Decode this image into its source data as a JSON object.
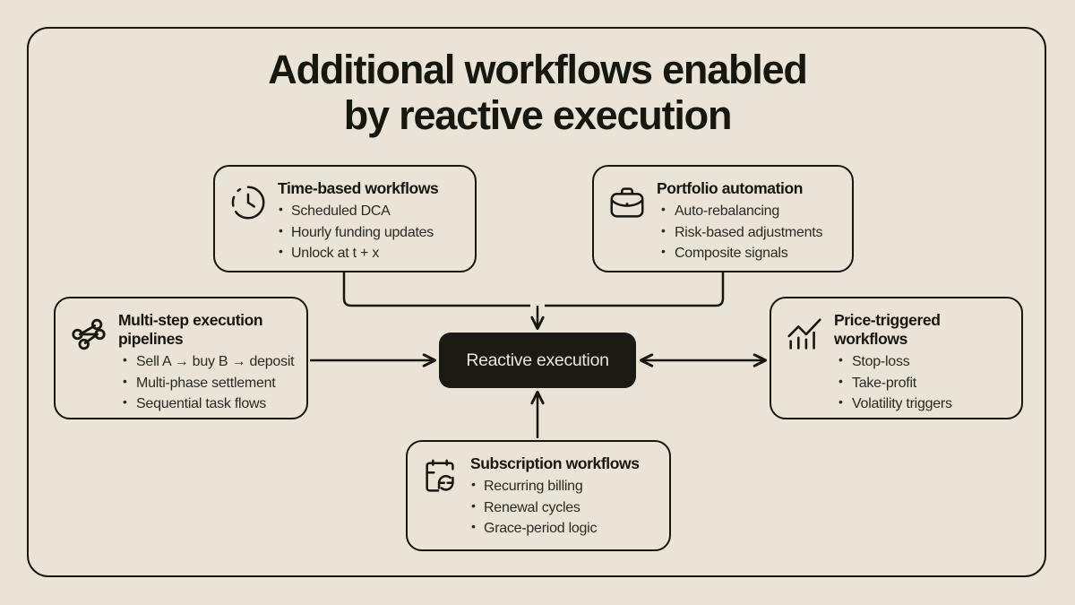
{
  "theme": {
    "background": "#e9e3d8",
    "ink": "#17160f",
    "hub_fill": "#1b1a15",
    "hub_text": "#ece6da"
  },
  "title": {
    "line1": "Additional workflows enabled",
    "line2": "by reactive execution"
  },
  "hub": {
    "label": "Reactive execution"
  },
  "cards": [
    {
      "id": "time",
      "icon": "clock-dashed-icon",
      "heading": "Time-based workflows",
      "items": [
        "Scheduled DCA",
        "Hourly funding updates",
        "Unlock at t + x"
      ]
    },
    {
      "id": "portfolio",
      "icon": "briefcase-icon",
      "heading": "Portfolio automation",
      "items": [
        "Auto-rebalancing",
        "Risk-based adjustments",
        "Composite signals"
      ]
    },
    {
      "id": "multistep",
      "icon": "node-graph-icon",
      "heading": "Multi-step execution pipelines",
      "items": [
        "Sell A → buy B → deposit",
        "Multi-phase settlement",
        "Sequential task flows"
      ]
    },
    {
      "id": "price",
      "icon": "bar-chart-trend-icon",
      "heading": "Price-triggered workflows",
      "items": [
        "Stop-loss",
        "Take-profit",
        "Volatility triggers"
      ]
    },
    {
      "id": "subscription",
      "icon": "calendar-refresh-icon",
      "heading": "Subscription workflows",
      "items": [
        "Recurring billing",
        "Renewal cycles",
        "Grace-period logic"
      ]
    }
  ],
  "connectors": [
    {
      "name": "time-to-hub",
      "from": "time",
      "to": "hub",
      "arrows": "end"
    },
    {
      "name": "portfolio-to-hub",
      "from": "portfolio",
      "to": "hub",
      "arrows": "end"
    },
    {
      "name": "multistep-to-hub",
      "from": "multistep",
      "to": "hub",
      "arrows": "end"
    },
    {
      "name": "hub-to-price",
      "from": "hub",
      "to": "price",
      "arrows": "both"
    },
    {
      "name": "subscription-to-hub",
      "from": "subscription",
      "to": "hub",
      "arrows": "end"
    }
  ]
}
